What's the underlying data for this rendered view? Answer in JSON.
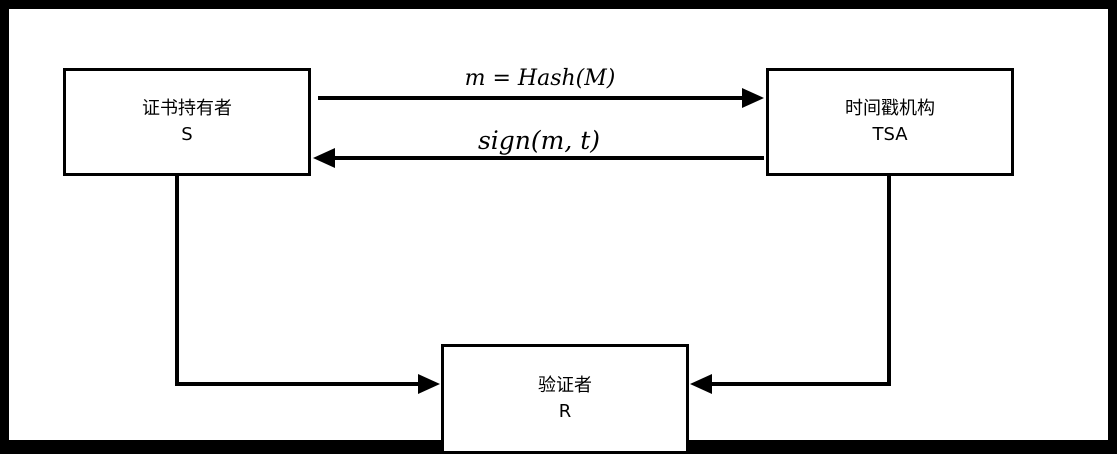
{
  "diagram": {
    "nodes": {
      "s": {
        "name": "证书持有者",
        "code": "S"
      },
      "tsa": {
        "name": "时间戳机构",
        "code": "TSA"
      },
      "r": {
        "name": "验证者",
        "code": "R"
      }
    },
    "edges": {
      "s_to_tsa": {
        "label": "m = Hash(M)"
      },
      "tsa_to_s": {
        "label": "sign(m, t)"
      },
      "s_to_r": {
        "label": ""
      },
      "tsa_to_r": {
        "label": ""
      }
    },
    "colors": {
      "line": "#000000",
      "background": "#ffffff",
      "border": "#000000"
    }
  }
}
